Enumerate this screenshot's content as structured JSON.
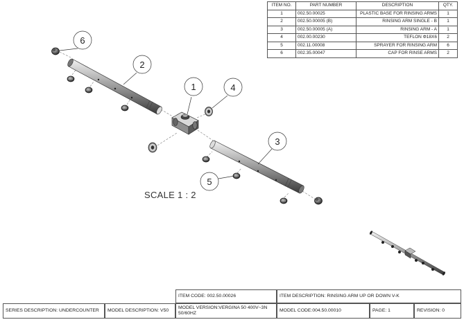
{
  "bom": {
    "headers": [
      "ITEM NO.",
      "PART NUMBER",
      "DESCRIPTION",
      "QTY."
    ],
    "rows": [
      {
        "item": "1",
        "part": "002.50.00025",
        "desc": "PLASTIC BASE FOR RINSING ARMS",
        "qty": "1"
      },
      {
        "item": "2",
        "part": "002.50.00005 (B)",
        "desc": "RINSING ARM SINGLE - B",
        "qty": "1"
      },
      {
        "item": "3",
        "part": "002.50.00005 (A)",
        "desc": "RINSING ARM - A",
        "qty": "1"
      },
      {
        "item": "4",
        "part": "002.00.00230",
        "desc": "TEFLON Φ18X6",
        "qty": "2"
      },
      {
        "item": "5",
        "part": "002.11.00008",
        "desc": "SPRAYER FOR RINSING ARM",
        "qty": "6"
      },
      {
        "item": "6",
        "part": "002.35.00047",
        "desc": "CAP FOR RINSE ARMS",
        "qty": "2"
      }
    ]
  },
  "callouts": [
    "1",
    "2",
    "3",
    "4",
    "5",
    "6"
  ],
  "scale": "SCALE 1 : 2",
  "title_block": {
    "item_code": "ITEM  CODE: 002.50.00026",
    "item_description": "ITEM  DESCRIPTION: RINSING ARM UP OR DOWN V-K",
    "series_description": "SERIES DESCRIPTION: UNDERCOUNTER",
    "model_description": "MODEL DESCRIPTION: V50",
    "model_version": "MODEL VERSION:VERGINA 50 400V~3N 50/60HZ",
    "model_code": "MODEL CODE:004.50.00010",
    "page": "PAGE: 1",
    "revision": "REVISION: 0"
  }
}
